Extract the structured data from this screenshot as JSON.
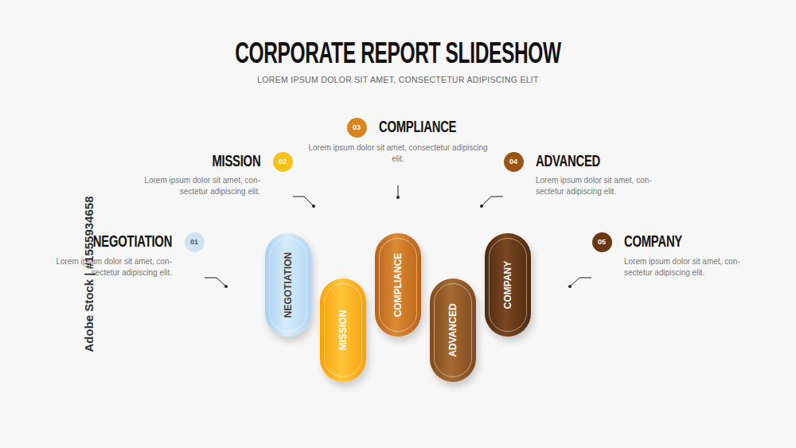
{
  "diagram": {
    "title": "CORPORATE REPORT SLIDESHOW",
    "caption": "LOREM IPSUM DOLOR SIT AMET, CONSECTETUR ADIPISCING ELIT",
    "nodes": [
      {
        "text": [
          "03"
        ]
      },
      {
        "text": [
          "02"
        ]
      },
      {
        "text": [
          "04"
        ]
      },
      {
        "text": [
          "01"
        ]
      },
      {
        "text": [
          "05"
        ]
      },
      {
        "text": [
          "NEGOTIATION"
        ]
      },
      {
        "text": [
          "MISSION"
        ]
      },
      {
        "text": [
          "COMPLIANCE"
        ]
      },
      {
        "text": [
          "ADVANCED"
        ]
      },
      {
        "text": [
          "COMPANY"
        ]
      }
    ],
    "labels": [
      "NEGOTIATION",
      "Lorem ipsum dolor sit amet, con- sectetur adipiscing elit.",
      "MISSION",
      "Lorem ipsum dolor sit amet, con- sectetur adipiscing elit.",
      "COMPLIANCE",
      "Lorem ipsum dolor sit amet, consectetur adipiscing elit.",
      "ADVANCED",
      "Lorem ipsum dolor sit amet, con- sectetur adipiscing elit.",
      "COMPANY",
      "Lorem ipsum dolor sit amet, con- sectetur adipiscing elit.",
      "Adobe Stock | #1555934658"
    ]
  }
}
